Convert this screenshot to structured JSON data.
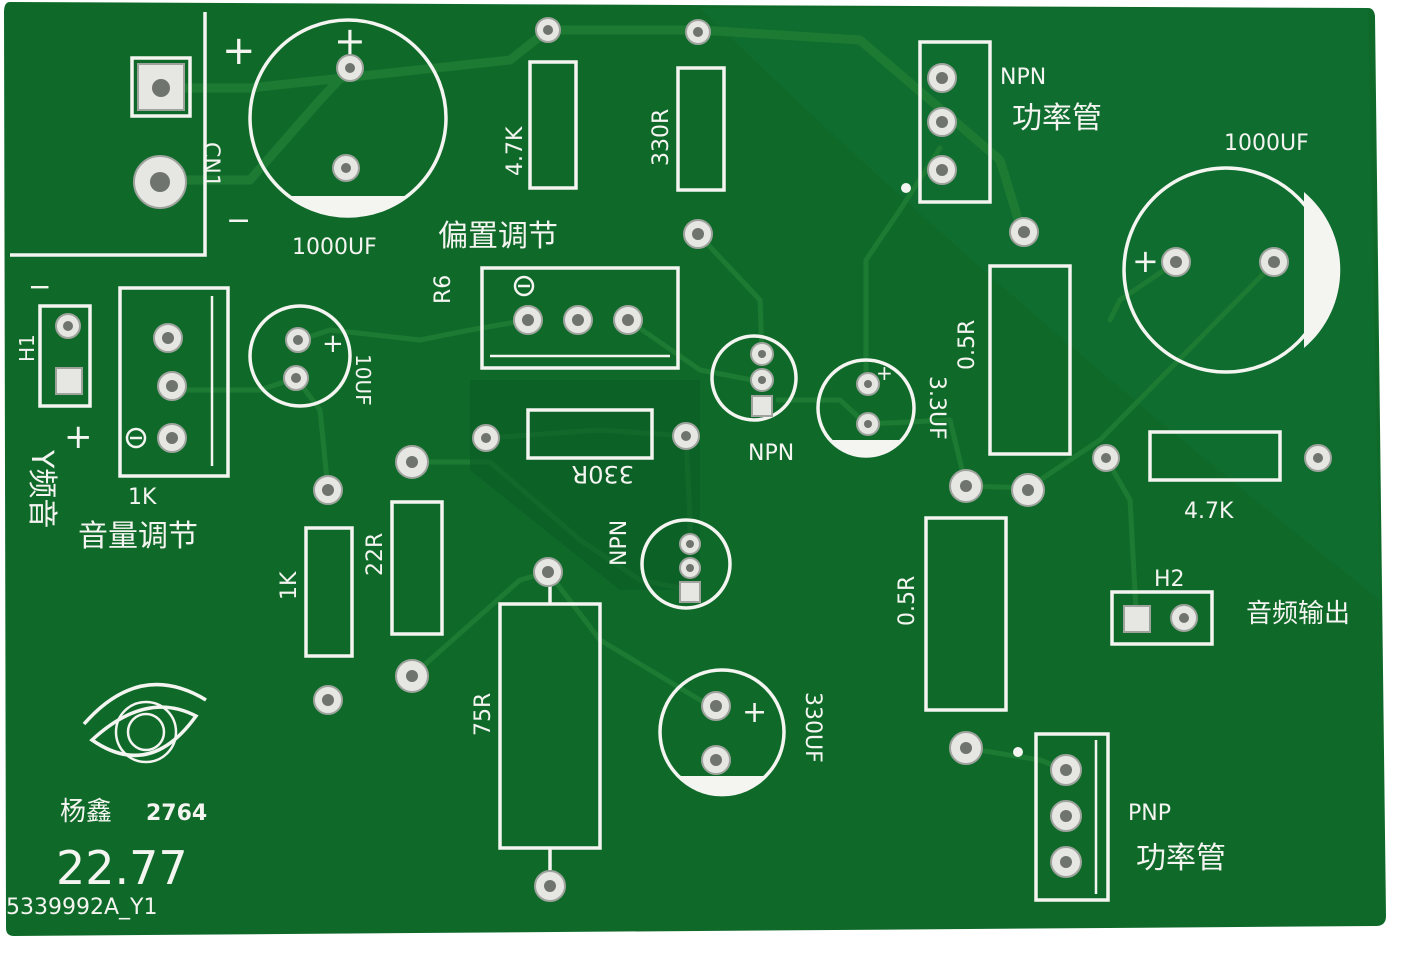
{
  "board": {
    "colors": {
      "background": "#ffffff",
      "solder_mask": "#0f6a2a",
      "trace": "#1c7a33",
      "silkscreen": "#f4f4f0",
      "pad": "#e6e6e2"
    },
    "silkscreen": {
      "plus_top_left": "+",
      "cap_plus": "+",
      "cn1": "CN1",
      "minus_cn": "−",
      "cap_1000uf_left": "1000UF",
      "res_4_7k_top": "4.7K",
      "res_330r_top": "330R",
      "npn_power_top": "NPN",
      "power_tube_top": "功率管",
      "cap_1000uf_right": "1000UF",
      "bias_adjust": "偏置调节",
      "r6": "R6",
      "h1": "H1",
      "h1_minus": "−",
      "h1_plus": "+",
      "audio_in_mirrored": "Y频音",
      "cap_10uf": "10UF",
      "res_0_5r_upper": "0.5R",
      "cap_3_3uf": "3.3UF",
      "npn_mid": "NPN",
      "res_330r_mid": "330R",
      "res_1k_volume": "1K",
      "volume_adjust": "音量调节",
      "res_1k_small": "1K",
      "res_22r": "22R",
      "npn_lower": "NPN",
      "res_4_7k_right": "4.7K",
      "h2": "H2",
      "audio_out": "音频输出",
      "res_0_5r_lower": "0.5R",
      "res_75r": "75R",
      "cap_330uf": "330UF",
      "pnp": "PNP",
      "power_tube_bottom": "功率管",
      "author": "杨鑫",
      "author_code": "2764",
      "price": "22.77",
      "board_id": "5339992A_Y1"
    }
  }
}
